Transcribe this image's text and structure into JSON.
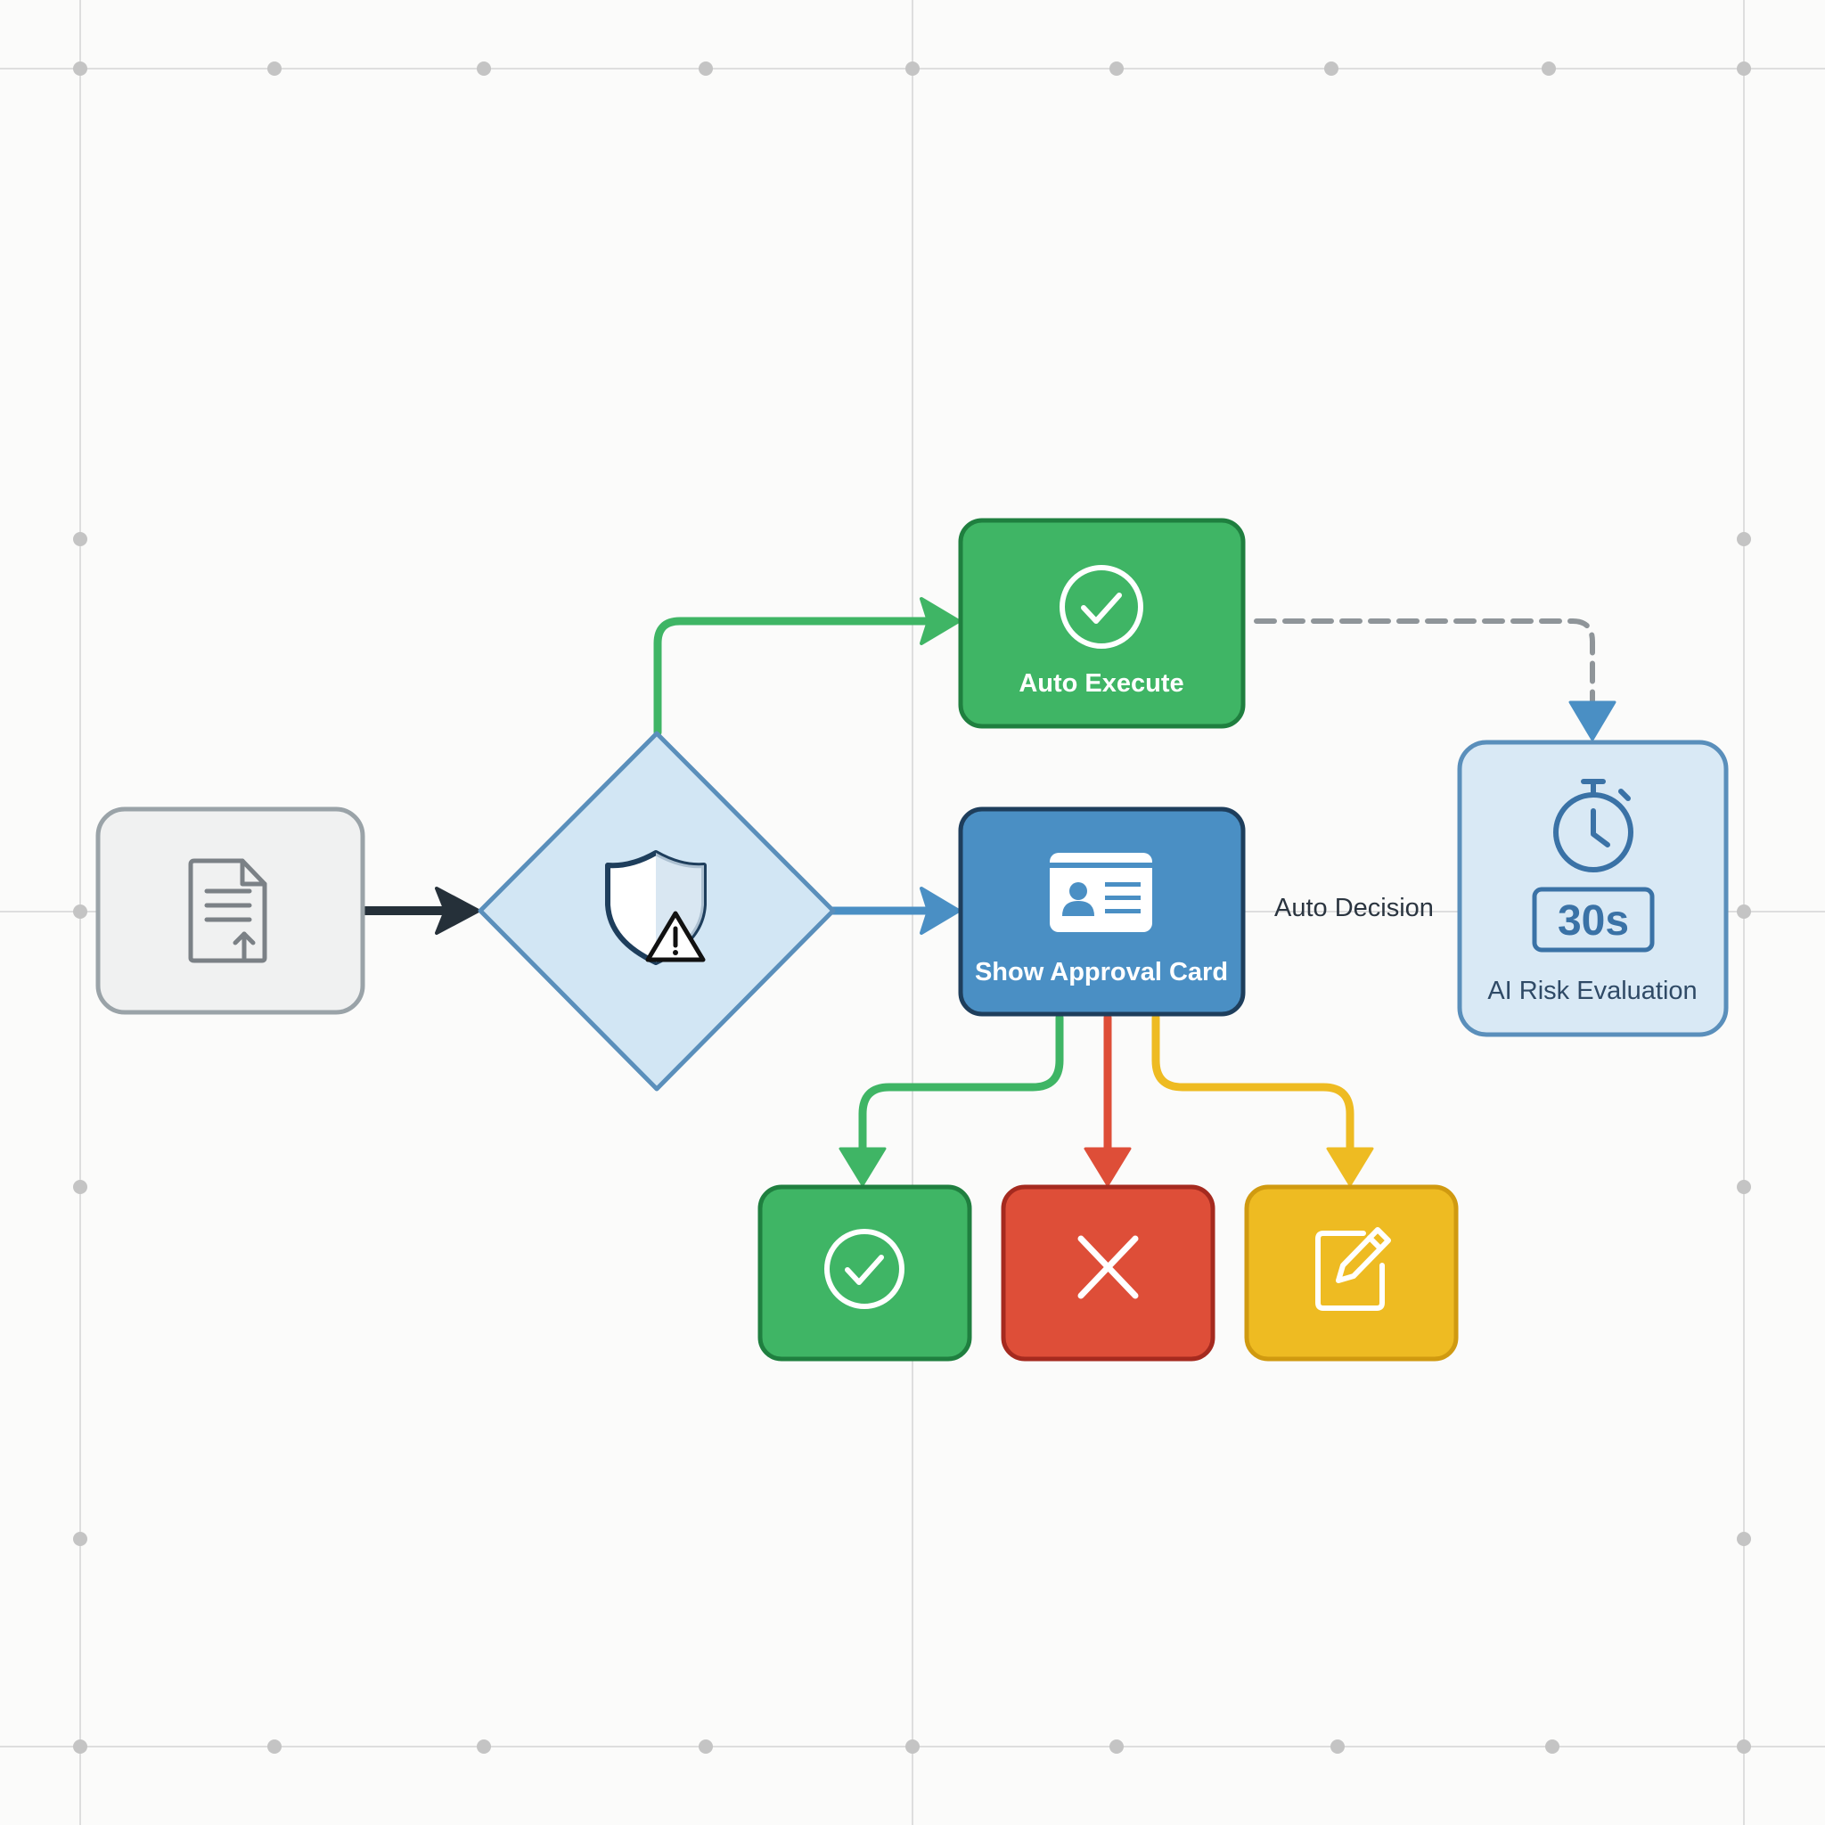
{
  "nodes": {
    "auto_execute": {
      "label": "Auto Execute"
    },
    "approval_card": {
      "label": "Show Approval Card"
    },
    "risk_eval": {
      "label": "AI Risk Evaluation",
      "timer": "30s"
    }
  },
  "edge_labels": {
    "auto_decision": "Auto Decision"
  },
  "icons": {
    "input": "document-upload-icon",
    "decision": "shield-warning-icon",
    "auto_execute": "check-circle-icon",
    "approval_card": "id-card-icon",
    "risk_eval": "stopwatch-icon",
    "approve": "check-circle-icon",
    "reject": "x-icon",
    "edit": "edit-icon"
  },
  "colors": {
    "green": "#3fb565",
    "green_border": "#1f7f3f",
    "blue": "#4a8fc4",
    "blue_border": "#1e3e5c",
    "light_blue": "#d2e6f4",
    "light_blue_border": "#5a8fbb",
    "red": "#de4e38",
    "red_border": "#a52a1f",
    "yellow": "#eebb22",
    "yellow_border": "#d09a10",
    "gray_node": "#f0f1f1",
    "gray_border": "#9aa3a8",
    "dark_arrow": "#253039",
    "dashed": "#8f9599"
  }
}
